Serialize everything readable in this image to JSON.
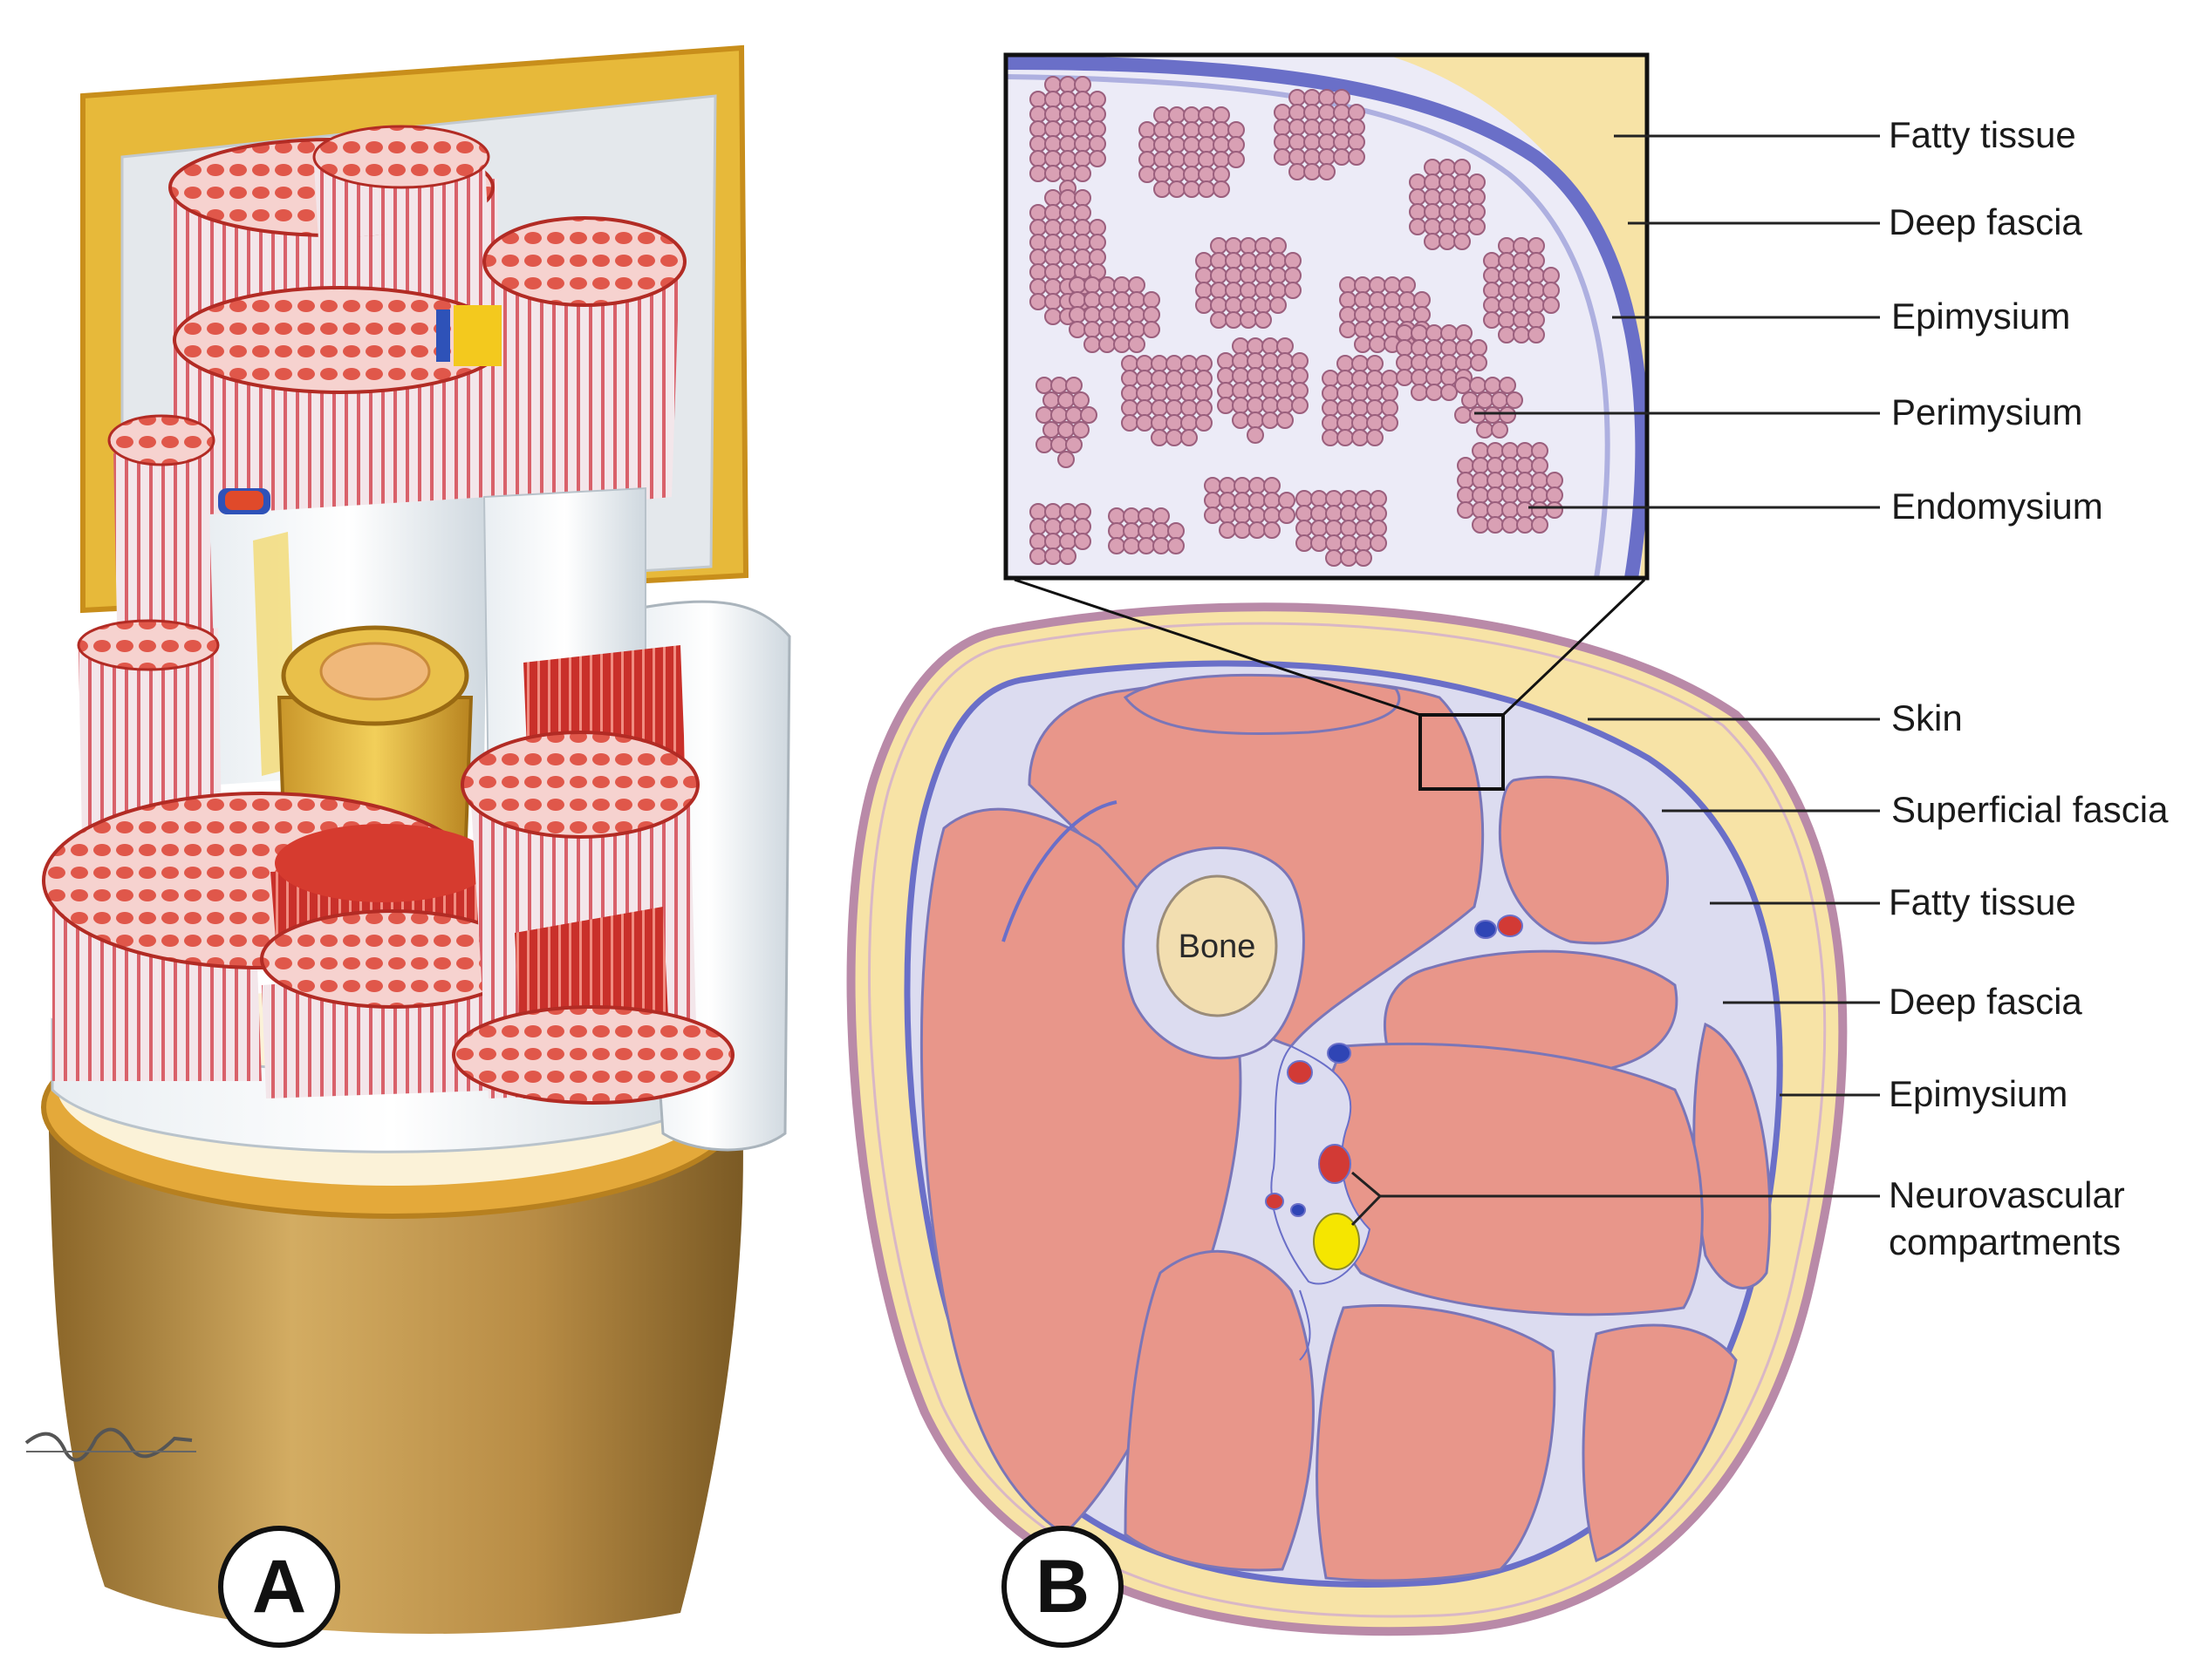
{
  "panels": {
    "a": "A",
    "b": "B"
  },
  "inset_labels": {
    "fatty_tissue": "Fatty tissue",
    "deep_fascia": "Deep fascia",
    "epimysium": "Epimysium",
    "perimysium": "Perimysium",
    "endomysium": "Endomysium"
  },
  "section_labels": {
    "skin": "Skin",
    "superficial_fascia": "Superficial fascia",
    "fatty_tissue": "Fatty tissue",
    "deep_fascia": "Deep fascia",
    "epimysium": "Epimysium",
    "neurovascular_line1": "Neurovascular",
    "neurovascular_line2": "compartments"
  },
  "bone_label": "Bone",
  "colors": {
    "muscle": "#e8968a",
    "muscle_dark": "#d9453a",
    "fascia": "#6a6fc8",
    "connective": "#dcdcf0",
    "fat": "#f7e3a6",
    "skin": "#b98aa8",
    "bone": "#f2deb0",
    "fiber": "#d9a0b4",
    "fiber_stroke": "#9b5f7d",
    "nerve": "#f5e600",
    "artery": "#d23a35",
    "vein": "#2f45b5"
  }
}
